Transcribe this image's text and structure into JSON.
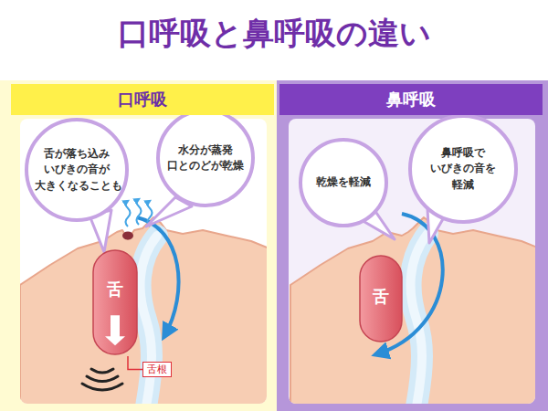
{
  "diagram": {
    "title": "口呼吸と鼻呼吸の違い",
    "nodes": [
      {
        "text": [
          "口呼吸"
        ]
      },
      {
        "text": [
          "舌が落ち込み いびきの音が 大きくなることも"
        ],
        "in": 0
      },
      {
        "text": [
          "水分が蒸発 口とのどが乾燥"
        ],
        "in": 0
      },
      {
        "text": [
          "舌"
        ],
        "in": 0
      },
      {
        "text": [
          "舌根"
        ],
        "in": 0
      },
      {
        "text": [
          "鼻呼吸"
        ]
      },
      {
        "text": [
          "乾燥を軽減"
        ],
        "in": 5
      },
      {
        "text": [
          "鼻呼吸で いびきの音を 軽減"
        ],
        "in": 5
      },
      {
        "text": [
          "舌"
        ],
        "in": 5
      }
    ],
    "edges": [
      {
        "from": 4,
        "to": 3,
        "arrow": "none"
      }
    ]
  }
}
